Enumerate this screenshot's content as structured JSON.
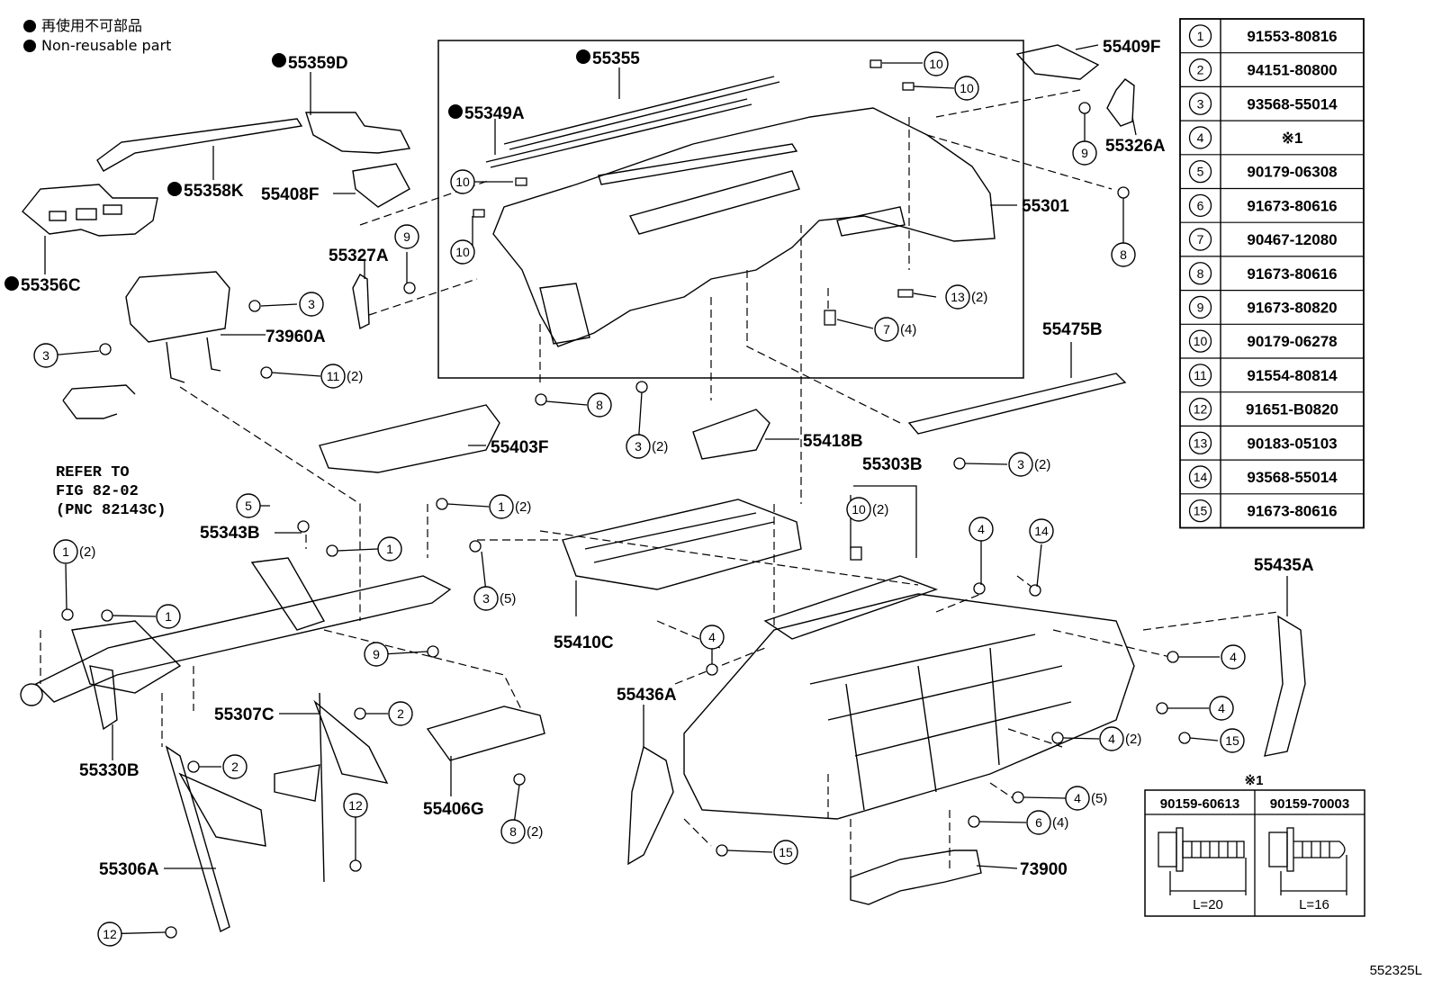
{
  "legend": {
    "jp_text": "再使用不可部品",
    "en_text": "Non-reusable part"
  },
  "reference_note": {
    "line1": "REFER TO",
    "line2": "FIG 82-02",
    "line3": "(PNC 82143C)"
  },
  "part_labels": [
    {
      "id": "55359D",
      "text": "55359D",
      "non_reusable": true
    },
    {
      "id": "55355",
      "text": "55355",
      "non_reusable": true
    },
    {
      "id": "55349A",
      "text": "55349A",
      "non_reusable": true
    },
    {
      "id": "55358K",
      "text": "55358K",
      "non_reusable": true
    },
    {
      "id": "55356C",
      "text": "55356C",
      "non_reusable": true
    },
    {
      "id": "55408F",
      "text": "55408F",
      "non_reusable": false
    },
    {
      "id": "55327A",
      "text": "55327A",
      "non_reusable": false
    },
    {
      "id": "73960A",
      "text": "73960A",
      "non_reusable": false
    },
    {
      "id": "55409F",
      "text": "55409F",
      "non_reusable": false
    },
    {
      "id": "55326A",
      "text": "55326A",
      "non_reusable": false
    },
    {
      "id": "55301",
      "text": "55301",
      "non_reusable": false
    },
    {
      "id": "55475B",
      "text": "55475B",
      "non_reusable": false
    },
    {
      "id": "55403F",
      "text": "55403F",
      "non_reusable": false
    },
    {
      "id": "55418B",
      "text": "55418B",
      "non_reusable": false
    },
    {
      "id": "55303B",
      "text": "55303B",
      "non_reusable": false
    },
    {
      "id": "55343B",
      "text": "55343B",
      "non_reusable": false
    },
    {
      "id": "55410C",
      "text": "55410C",
      "non_reusable": false
    },
    {
      "id": "55435A",
      "text": "55435A",
      "non_reusable": false
    },
    {
      "id": "55436A",
      "text": "55436A",
      "non_reusable": false
    },
    {
      "id": "55307C",
      "text": "55307C",
      "non_reusable": false
    },
    {
      "id": "55330B",
      "text": "55330B",
      "non_reusable": false
    },
    {
      "id": "55406G",
      "text": "55406G",
      "non_reusable": false
    },
    {
      "id": "55306A",
      "text": "55306A",
      "non_reusable": false
    },
    {
      "id": "73900",
      "text": "73900",
      "non_reusable": false
    }
  ],
  "callouts": [
    {
      "num": "10",
      "qty": ""
    },
    {
      "num": "10",
      "qty": ""
    },
    {
      "num": "10",
      "qty": ""
    },
    {
      "num": "10",
      "qty": ""
    },
    {
      "num": "9",
      "qty": ""
    },
    {
      "num": "9",
      "qty": ""
    },
    {
      "num": "8",
      "qty": ""
    },
    {
      "num": "3",
      "qty": ""
    },
    {
      "num": "3",
      "qty": ""
    },
    {
      "num": "13",
      "qty": "(2)"
    },
    {
      "num": "7",
      "qty": "(4)"
    },
    {
      "num": "11",
      "qty": "(2)"
    },
    {
      "num": "8",
      "qty": ""
    },
    {
      "num": "3",
      "qty": "(2)"
    },
    {
      "num": "3",
      "qty": "(2)"
    },
    {
      "num": "5",
      "qty": ""
    },
    {
      "num": "1",
      "qty": "(2)"
    },
    {
      "num": "1",
      "qty": ""
    },
    {
      "num": "3",
      "qty": "(5)"
    },
    {
      "num": "10",
      "qty": "(2)"
    },
    {
      "num": "4",
      "qty": ""
    },
    {
      "num": "14",
      "qty": ""
    },
    {
      "num": "1",
      "qty": "(2)"
    },
    {
      "num": "1",
      "qty": ""
    },
    {
      "num": "9",
      "qty": ""
    },
    {
      "num": "4",
      "qty": ""
    },
    {
      "num": "4",
      "qty": ""
    },
    {
      "num": "4",
      "qty": ""
    },
    {
      "num": "2",
      "qty": ""
    },
    {
      "num": "2",
      "qty": ""
    },
    {
      "num": "4",
      "qty": "(2)"
    },
    {
      "num": "15",
      "qty": ""
    },
    {
      "num": "4",
      "qty": "(5)"
    },
    {
      "num": "6",
      "qty": "(4)"
    },
    {
      "num": "12",
      "qty": ""
    },
    {
      "num": "8",
      "qty": "(2)"
    },
    {
      "num": "15",
      "qty": ""
    },
    {
      "num": "12",
      "qty": ""
    }
  ],
  "parts_table": [
    {
      "num": "1",
      "part": "91553-80816"
    },
    {
      "num": "2",
      "part": "94151-80800"
    },
    {
      "num": "3",
      "part": "93568-55014"
    },
    {
      "num": "4",
      "part": "※1"
    },
    {
      "num": "5",
      "part": "90179-06308"
    },
    {
      "num": "6",
      "part": "91673-80616"
    },
    {
      "num": "7",
      "part": "90467-12080"
    },
    {
      "num": "8",
      "part": "91673-80616"
    },
    {
      "num": "9",
      "part": "91673-80820"
    },
    {
      "num": "10",
      "part": "90179-06278"
    },
    {
      "num": "11",
      "part": "91554-80814"
    },
    {
      "num": "12",
      "part": "91651-B0820"
    },
    {
      "num": "13",
      "part": "90183-05103"
    },
    {
      "num": "14",
      "part": "93568-55014"
    },
    {
      "num": "15",
      "part": "91673-80616"
    }
  ],
  "footnote_box": {
    "mark": "※1",
    "bolts": [
      {
        "part": "90159-60613",
        "length": "L=20"
      },
      {
        "part": "90159-70003",
        "length": "L=16"
      }
    ]
  },
  "figure_code": "552325L"
}
